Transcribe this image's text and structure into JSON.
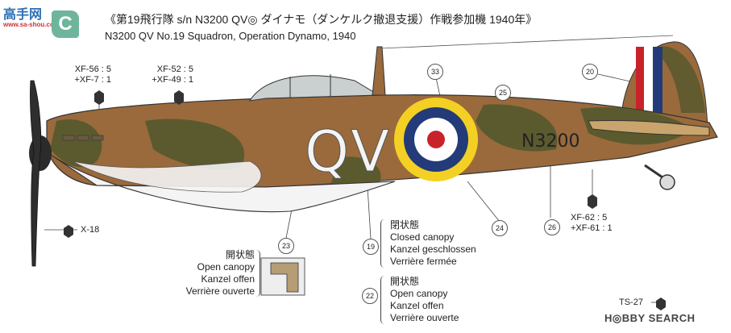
{
  "logo": {
    "text": "高手网",
    "subtext": "www.sa-shou.com"
  },
  "scheme_letter": "C",
  "title_jp": "《第19飛行隊 s/n N3200 QV◎ ダイナモ（ダンケルク撤退支援）作戦参加機 1940年》",
  "title_en": "N3200 QV No.19 Squadron, Operation Dynamo, 1940",
  "paint_callouts": {
    "left": [
      "XF-56 : 5",
      "+XF-7 : 1"
    ],
    "middle": [
      "XF-52 : 5",
      "+XF-49 : 1"
    ],
    "right": [
      "XF-62 : 5",
      "+XF-61 : 1"
    ],
    "prop": "X-18",
    "tail": "TS-27"
  },
  "markings": {
    "code": "QV",
    "serial": "N3200"
  },
  "decal_numbers": [
    "33",
    "25",
    "20",
    "23",
    "19",
    "24",
    "26",
    "22"
  ],
  "canopy_left": {
    "jp": "開状態",
    "en": "Open canopy",
    "de": "Kanzel offen",
    "fr": "Verrière ouverte"
  },
  "canopy_closed": {
    "jp": "閉状態",
    "en": "Closed canopy",
    "de": "Kanzel geschlossen",
    "fr": "Verrière fermée"
  },
  "canopy_open_bottom": {
    "jp": "開状態",
    "en": "Open canopy",
    "de": "Kanzel offen",
    "fr": "Verrière ouverte"
  },
  "watermark": {
    "hobby": "H◎BBY",
    "search": "SEARCH"
  },
  "colors": {
    "dark_earth": "#9a6a3c",
    "dark_green": "#5b5a2e",
    "sky_underside": "#f4f4f4",
    "roundel_blue": "#233b78",
    "roundel_red": "#c8232b",
    "roundel_yellow": "#f3d023"
  }
}
